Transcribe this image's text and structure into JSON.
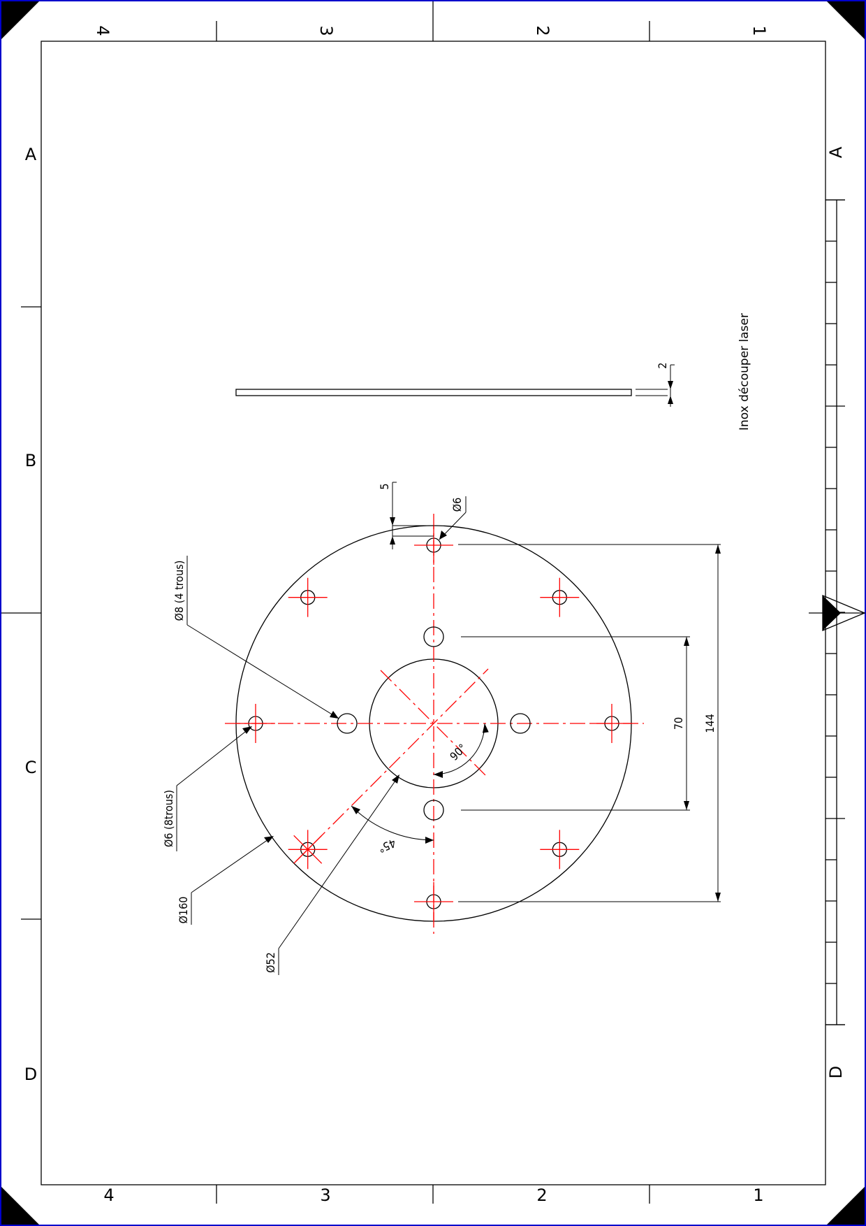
{
  "sheet": {
    "zones_top": [
      "4",
      "3",
      "2",
      "1"
    ],
    "zones_bottom": [
      "4",
      "3",
      "2",
      "1"
    ],
    "zones_left": [
      "A",
      "B",
      "C",
      "D"
    ],
    "zones_right": [
      "A",
      "D"
    ]
  },
  "annotations": {
    "material_note": "Inox découper laser",
    "thickness": "2",
    "edge_offset": "5",
    "hole_top": "Ø6",
    "holes_4": "Ø8 (4 trous)",
    "holes_8": "Ø6 (8trous)",
    "outer_diameter": "Ø160",
    "inner_diameter": "Ø52",
    "span_inner": "70",
    "span_outer": "144",
    "angle_90": "90°",
    "angle_45": "45°"
  },
  "colors": {
    "outline": "#000000",
    "centerline": "#ff0000",
    "frame_corner": "#000000",
    "border": "#0000cc"
  }
}
